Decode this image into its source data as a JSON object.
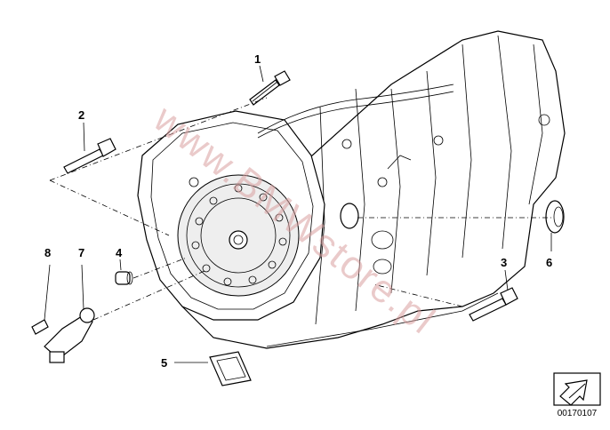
{
  "diagram": {
    "callouts": [
      {
        "id": "c1",
        "label": "1"
      },
      {
        "id": "c2",
        "label": "2"
      },
      {
        "id": "c3",
        "label": "3"
      },
      {
        "id": "c4",
        "label": "4"
      },
      {
        "id": "c5",
        "label": "5"
      },
      {
        "id": "c6",
        "label": "6"
      },
      {
        "id": "c7",
        "label": "7"
      },
      {
        "id": "c8",
        "label": "8"
      }
    ],
    "watermark": "www.BMWstore.pl",
    "diagram_id": "00170107",
    "icons": {
      "transmission": "automatic-transmission-icon",
      "orientation": "arrow-orientation-icon"
    }
  }
}
